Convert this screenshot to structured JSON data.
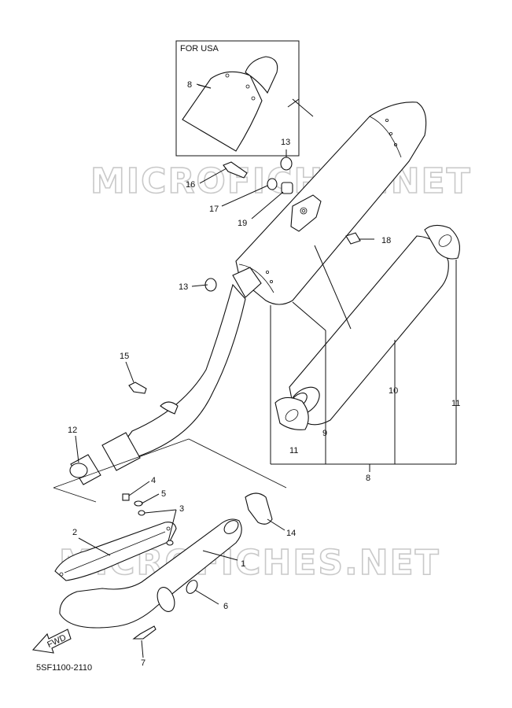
{
  "inset": {
    "label": "FOR USA"
  },
  "watermark": "MICROFICHES.NET",
  "diagram_code": "5SF1100-2110",
  "fwd_arrow": {
    "label": "FWD"
  },
  "callouts": {
    "c1": "1",
    "c2": "2",
    "c3": "3",
    "c4": "4",
    "c5": "5",
    "c6": "6",
    "c7": "7",
    "c8_inset": "8",
    "c8": "8",
    "c9": "9",
    "c10": "10",
    "c11a": "11",
    "c11b": "11",
    "c12": "12",
    "c13a": "13",
    "c13b": "13",
    "c14": "14",
    "c15": "15",
    "c16": "16",
    "c17": "17",
    "c18": "18",
    "c19": "19"
  }
}
